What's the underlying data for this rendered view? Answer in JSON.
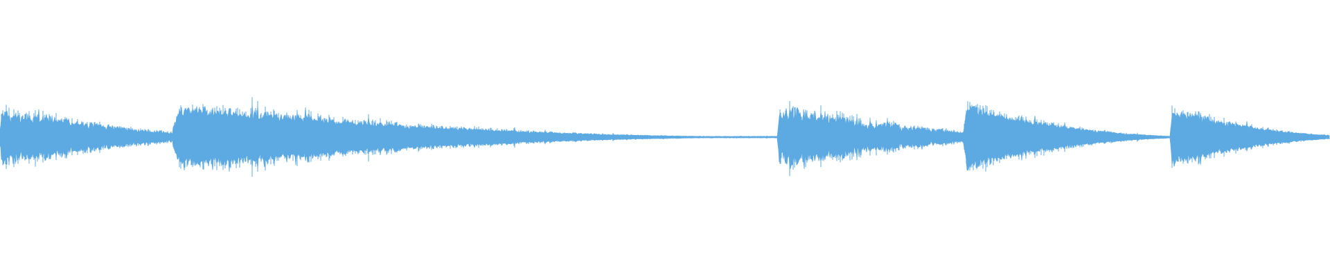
{
  "waveform": {
    "color": "#5DA9E2",
    "background": "#FFFFFF",
    "segments": [
      {
        "start": 0.0,
        "end": 0.13,
        "attack_level": 0.4,
        "attack_time": 0.012,
        "decay": 0.55,
        "noise": 0.3,
        "seed": 11
      },
      {
        "start": 0.13,
        "end": 0.59,
        "attack_level": 0.47,
        "attack_time": 0.012,
        "decay": 0.94,
        "noise": 0.16,
        "seed": 23
      },
      {
        "start": 0.585,
        "end": 0.725,
        "attack_level": 0.42,
        "attack_time": 0.008,
        "decay": 0.55,
        "noise": 0.36,
        "seed": 37
      },
      {
        "start": 0.725,
        "end": 0.88,
        "attack_level": 0.47,
        "attack_time": 0.012,
        "decay": 0.8,
        "noise": 0.14,
        "seed": 41
      },
      {
        "start": 0.88,
        "end": 1.0,
        "attack_level": 0.42,
        "attack_time": 0.01,
        "decay": 0.72,
        "noise": 0.14,
        "seed": 53
      }
    ],
    "silence_dashes": [
      {
        "start": 0.476,
        "end": 0.49
      },
      {
        "start": 0.506,
        "end": 0.511
      },
      {
        "start": 0.52,
        "end": 0.526
      },
      {
        "start": 0.531,
        "end": 0.536
      },
      {
        "start": 0.541,
        "end": 0.547
      },
      {
        "start": 0.575,
        "end": 0.581
      }
    ]
  }
}
